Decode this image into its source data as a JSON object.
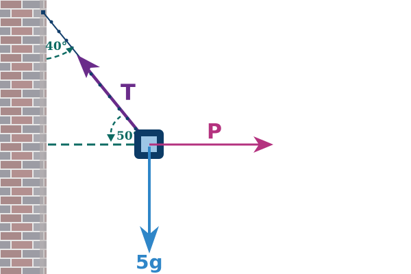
{
  "forces": {
    "tension_label": "T",
    "push_label": "P",
    "weight_label": "5g"
  },
  "angles": {
    "wall_angle": "40°",
    "horizontal_angle": "50°"
  },
  "colors": {
    "tension": "#6a2c8a",
    "push": "#b4327f",
    "weight": "#2f86c8",
    "angle": "#0e6b63",
    "rope": "#123e6b",
    "box": "#0c3b66",
    "box_inner": "#9cc6e6"
  }
}
